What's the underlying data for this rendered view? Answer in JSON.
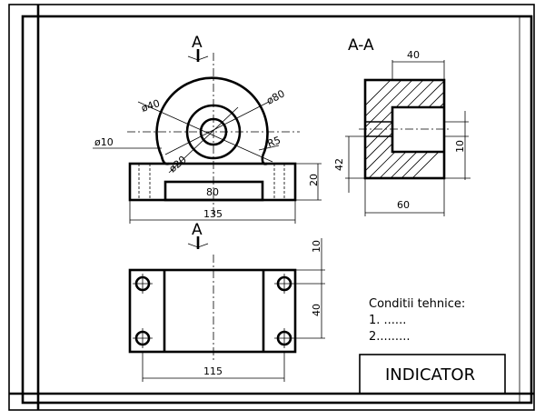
{
  "drawing": {
    "section_label_top": "A",
    "section_label_bottom": "A",
    "section_view_label": "A-A",
    "dimensions": {
      "d40": "ø40",
      "d80": "ø80",
      "d10": "ø10",
      "d20": "ø20",
      "r5": "R5",
      "h20": "20",
      "w80": "80",
      "w135": "135",
      "section_w40": "40",
      "section_h42": "42",
      "section_h10": "10",
      "section_w60": "60",
      "plan_10": "10",
      "plan_40": "40",
      "plan_115": "115"
    },
    "technical_conditions": {
      "heading": "Conditii tehnice:",
      "item1": "1. ......",
      "item2": "2........."
    },
    "title_block": {
      "label": "INDICATOR"
    }
  }
}
